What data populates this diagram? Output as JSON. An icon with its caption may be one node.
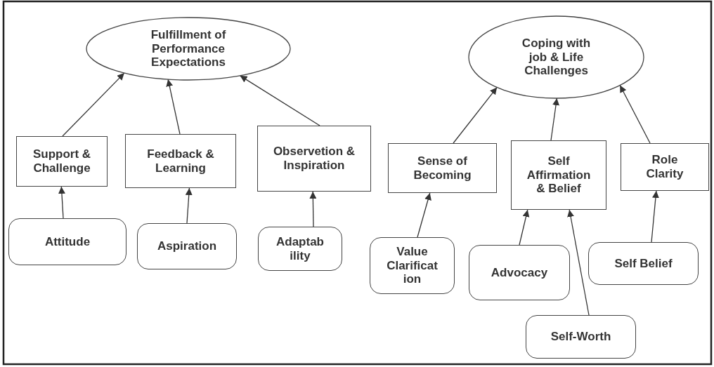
{
  "diagram": {
    "nodes": [
      {
        "text": [
          "Fulfillment of Performance Expectations"
        ]
      },
      {
        "text": [
          "Coping with job & Life Challenges"
        ]
      },
      {
        "text": [
          "Support & Challenge"
        ]
      },
      {
        "text": [
          "Feedback & Learning"
        ]
      },
      {
        "text": [
          "Observetion & Inspiration"
        ]
      },
      {
        "text": [
          "Sense of Becoming"
        ]
      },
      {
        "text": [
          "Self Affirmation & Belief"
        ]
      },
      {
        "text": [
          "Role Clarity"
        ]
      },
      {
        "text": [
          "Attitude"
        ]
      },
      {
        "text": [
          "Aspiration"
        ]
      },
      {
        "text": [
          "Adaptab ility"
        ]
      },
      {
        "text": [
          "Value Clarificat ion"
        ]
      },
      {
        "text": [
          "Advocacy"
        ]
      },
      {
        "text": [
          "Self Belief"
        ]
      },
      {
        "text": [
          "Self-Worth"
        ]
      }
    ],
    "edges": [
      {
        "from": 2,
        "to": 0,
        "arrow": "to"
      },
      {
        "from": 3,
        "to": 0,
        "arrow": "to"
      },
      {
        "from": 4,
        "to": 0,
        "arrow": "to"
      },
      {
        "from": 5,
        "to": 1,
        "arrow": "to"
      },
      {
        "from": 6,
        "to": 1,
        "arrow": "to"
      },
      {
        "from": 7,
        "to": 1,
        "arrow": "to"
      },
      {
        "from": 8,
        "to": 2,
        "arrow": "to"
      },
      {
        "from": 9,
        "to": 3,
        "arrow": "to"
      },
      {
        "from": 10,
        "to": 4,
        "arrow": "to"
      },
      {
        "from": 11,
        "to": 5,
        "arrow": "to"
      },
      {
        "from": 12,
        "to": 6,
        "arrow": "to"
      },
      {
        "from": 14,
        "to": 6,
        "arrow": "to"
      },
      {
        "from": 13,
        "to": 7,
        "arrow": "to"
      }
    ]
  }
}
